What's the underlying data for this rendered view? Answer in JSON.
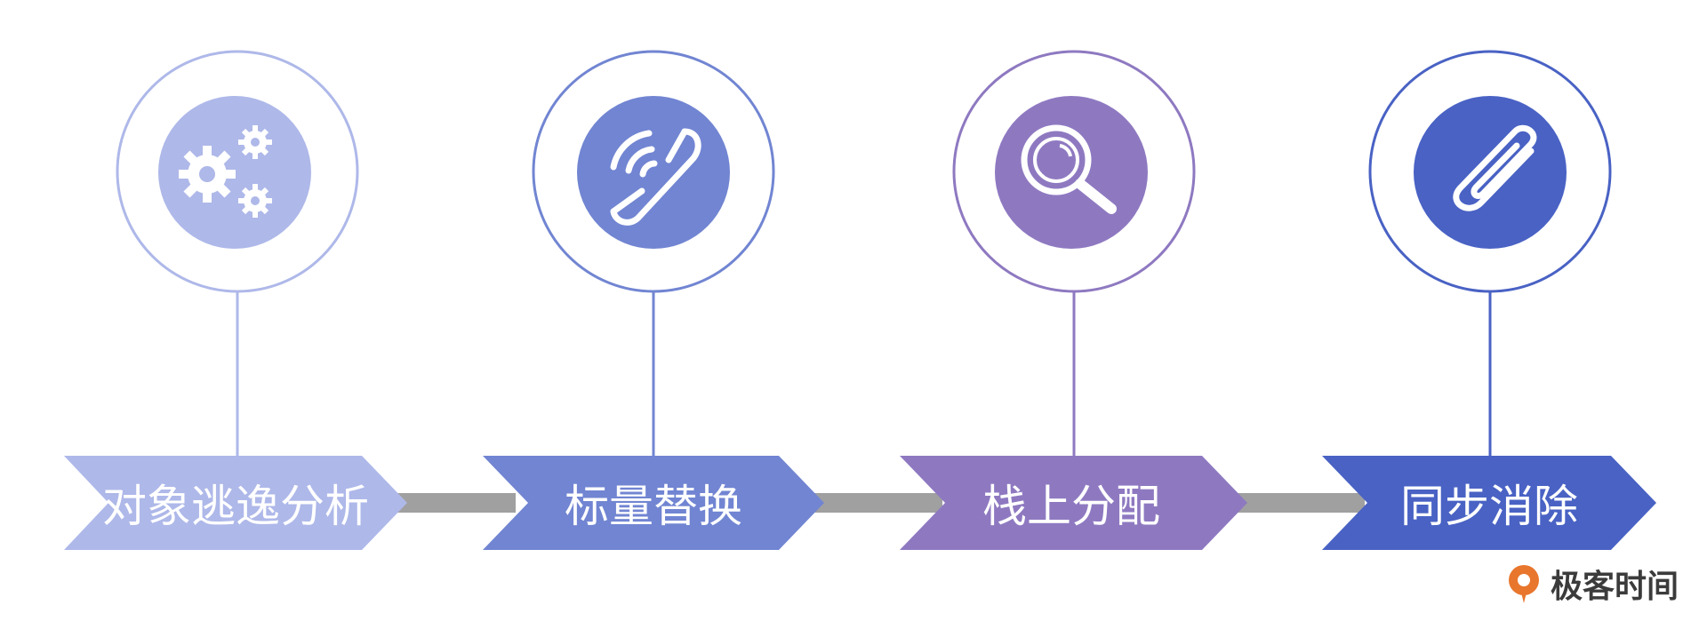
{
  "diagram": {
    "steps": [
      {
        "label": "对象逃逸分析",
        "icon": "gears-icon",
        "color": "#aeb8e9"
      },
      {
        "label": "标量替换",
        "icon": "phone-icon",
        "color": "#7185d2"
      },
      {
        "label": "栈上分配",
        "icon": "magnifier-icon",
        "color": "#8e79c1"
      },
      {
        "label": "同步消除",
        "icon": "paperclip-icon",
        "color": "#4962c4"
      }
    ],
    "connector_color": "#a0a0a0"
  },
  "brand": {
    "name": "极客时间",
    "logo_color": "#e8762d"
  }
}
